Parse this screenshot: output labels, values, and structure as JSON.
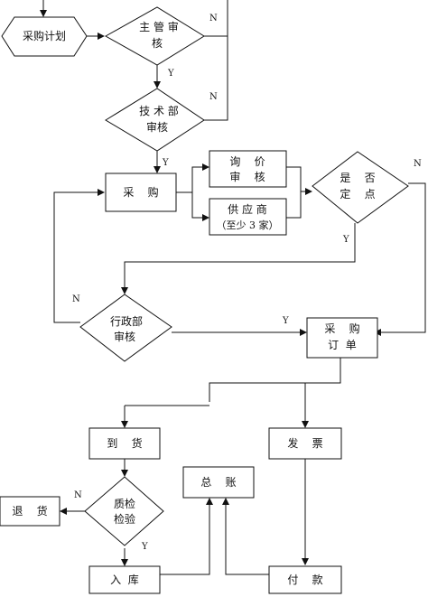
{
  "nodes": {
    "plan": "采购计划",
    "supervisor": [
      "主 管 审",
      "核"
    ],
    "tech": [
      "技 术 部",
      "审核"
    ],
    "purchase": "采    购",
    "inquiry": [
      "询    价",
      "审    核"
    ],
    "supplier": [
      "供 应 商",
      "（至少 3 家）"
    ],
    "designated": [
      "是    否",
      "定    点"
    ],
    "admin": [
      "行政部",
      "审核"
    ],
    "order": [
      "采    购",
      "订  单"
    ],
    "arrival": "到    货",
    "invoice": "发    票",
    "ledger": "总    账",
    "qc": [
      "质检",
      "检验"
    ],
    "return": "退    货",
    "storage": "入  库",
    "payment": "付    款"
  },
  "edge_labels": {
    "supervisor_no": "N",
    "supervisor_yes": "Y",
    "tech_no": "N",
    "tech_yes": "Y",
    "designated_no": "N",
    "designated_yes": "Y",
    "admin_no": "N",
    "admin_yes": "Y",
    "qc_no": "N",
    "qc_yes": "Y"
  }
}
